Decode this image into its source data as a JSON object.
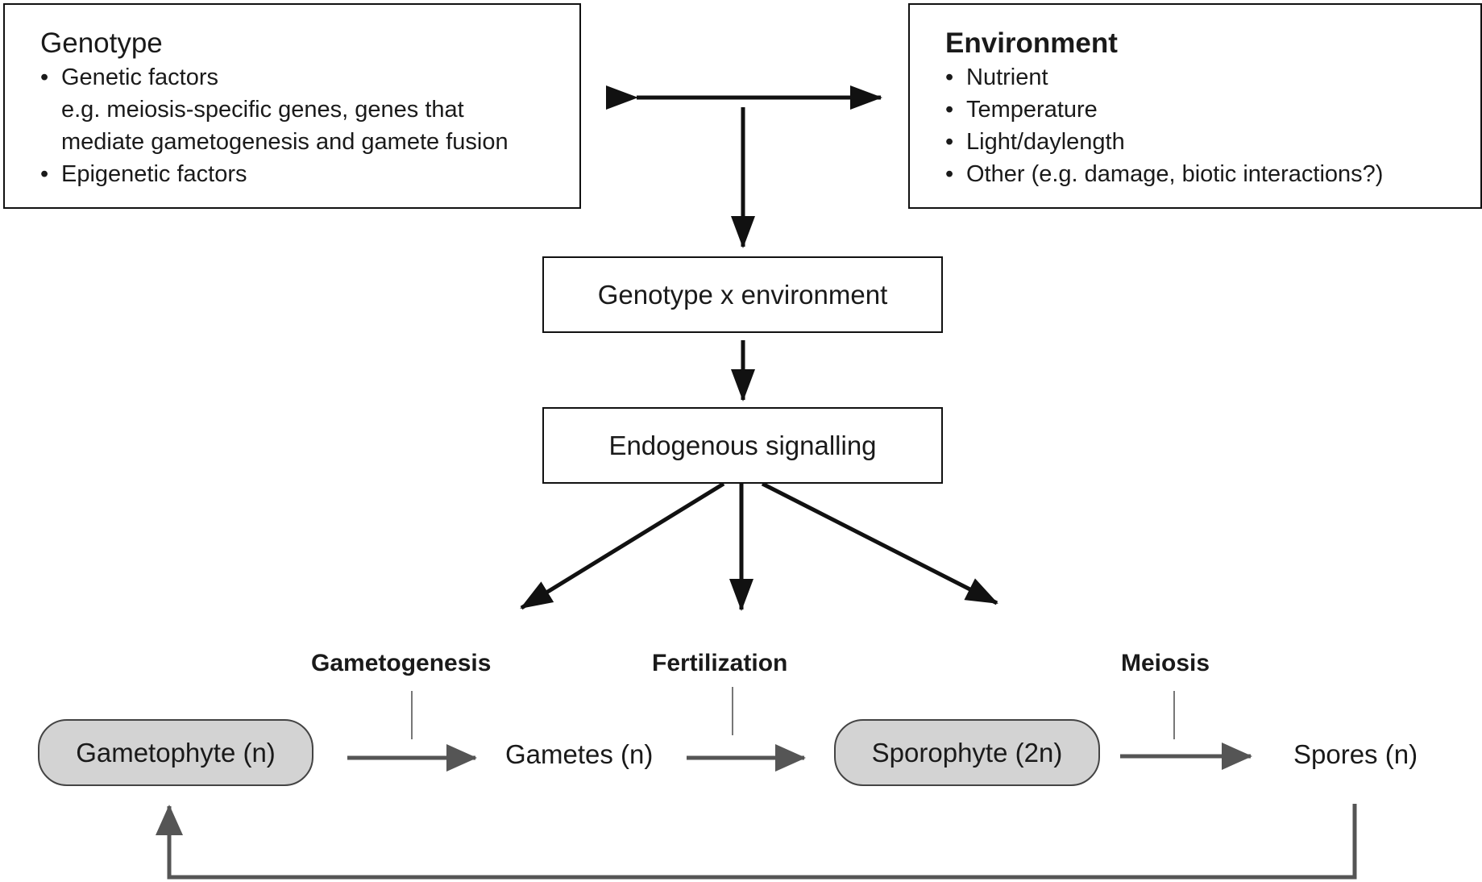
{
  "genotype": {
    "title": "Genotype",
    "items": [
      {
        "text": "Genetic factors",
        "detail_lines": [
          "e.g. meiosis-specific genes, genes that",
          "mediate gametogenesis and gamete fusion"
        ]
      },
      {
        "text": "Epigenetic factors"
      }
    ]
  },
  "environment": {
    "title": "Environment",
    "items": [
      "Nutrient",
      "Temperature",
      "Light/daylength",
      "Other (e.g. damage, biotic interactions?)"
    ]
  },
  "interaction": {
    "label": "Genotype x environment"
  },
  "signalling": {
    "label": "Endogenous signalling"
  },
  "cycle": {
    "gametophyte": "Gametophyte (n)",
    "gametes": "Gametes (n)",
    "sporophyte": "Sporophyte (2n)",
    "spores": "Spores (n)",
    "processes": {
      "gametogenesis": "Gametogenesis",
      "fertilization": "Fertilization",
      "meiosis": "Meiosis"
    }
  },
  "colors": {
    "arrow_black": "#111111",
    "arrow_gray": "#555555",
    "pill_fill": "#d3d3d3"
  }
}
